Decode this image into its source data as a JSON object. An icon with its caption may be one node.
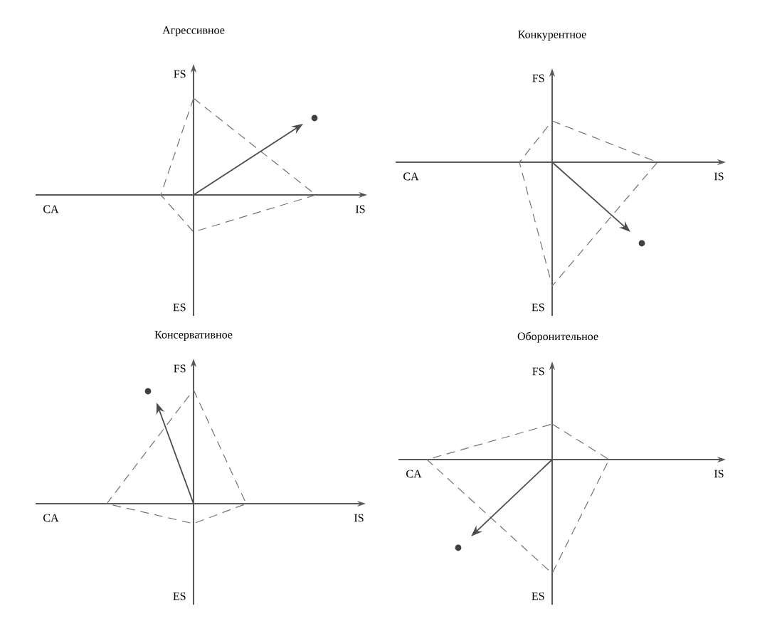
{
  "diagram": {
    "labels": [
      "Агрессивное",
      "FS",
      "CA",
      "IS",
      "ES",
      "Конкурентное",
      "FS",
      "CA",
      "IS",
      "ES",
      "Консервативное",
      "FS",
      "CA",
      "IS",
      "ES",
      "Оборонительное",
      "FS",
      "CA",
      "IS",
      "ES"
    ]
  }
}
